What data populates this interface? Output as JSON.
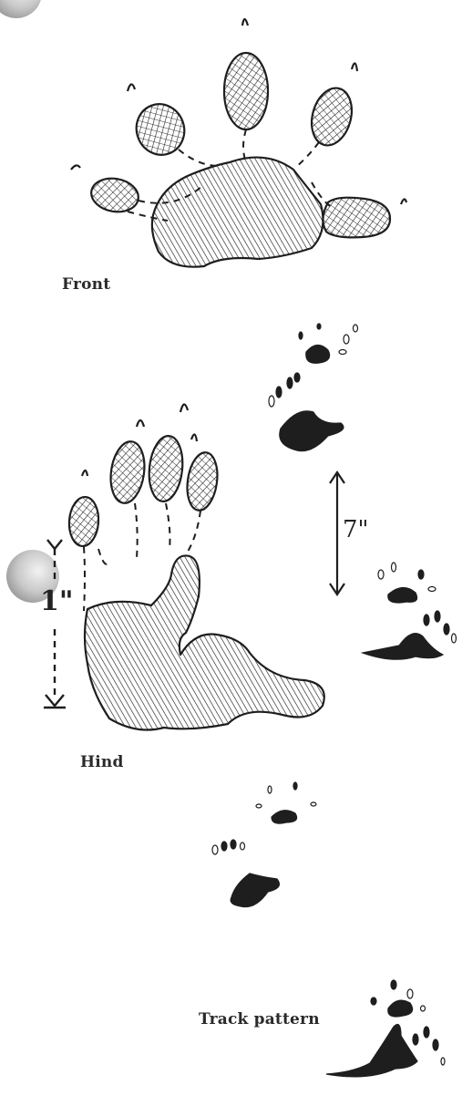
{
  "labels": {
    "front": "Front",
    "hind": "Hind",
    "track_pattern": "Track pattern"
  },
  "measurements": {
    "hind_width": "1\"",
    "stride": "7\""
  },
  "colors": {
    "ink": "#1e1e1e",
    "paper": "#ffffff",
    "hole": "#bdbdbd"
  }
}
